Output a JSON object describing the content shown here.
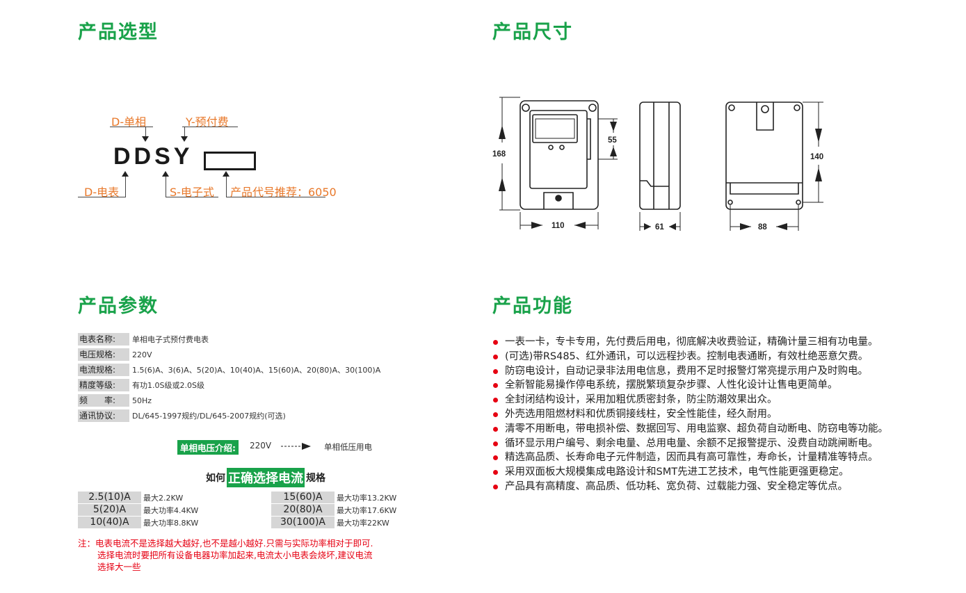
{
  "sections": {
    "selection": "产品选型",
    "size": "产品尺寸",
    "params": "产品参数",
    "functions": "产品功能"
  },
  "selection": {
    "code": "DDSY",
    "label_d_single": "D-单相",
    "label_y_prepay": "Y-预付费",
    "label_d_meter": "D-电表",
    "label_s_electronic": "S-电子式",
    "label_recommend": "产品代号推荐：6050"
  },
  "dimensions": {
    "height_front": "168",
    "window": "55",
    "width_front": "110",
    "depth_side": "61",
    "height_back": "140",
    "width_back": "88"
  },
  "params": [
    {
      "key": "电表名称:",
      "value": "单相电子式预付费电表"
    },
    {
      "key": "电压规格:",
      "value": "220V"
    },
    {
      "key": "电流规格:",
      "value": "1.5(6)A、3(6)A、5(20)A、10(40)A、15(60)A、20(80)A、30(100)A"
    },
    {
      "key": "精度等级:",
      "value": "有功1.0S级或2.0S级"
    },
    {
      "key": "频　　率:",
      "value": "50Hz"
    },
    {
      "key": "通讯协议:",
      "value": "DL/645-1997规约/DL/645-2007规约(可选)"
    }
  ],
  "voltage_intro": {
    "tag": "单相电压介绍:",
    "voltage": "220V",
    "desc": "单相低压用电"
  },
  "choose": {
    "prefix": "如何",
    "highlight": "正确选择电流",
    "suffix": "规格"
  },
  "current_table_left": [
    {
      "current": "2.5(10)A",
      "power": "最大2.2KW"
    },
    {
      "current": "5(20)A",
      "power": "最大功率4.4KW"
    },
    {
      "current": "10(40)A",
      "power": "最大功率8.8KW"
    }
  ],
  "current_table_right": [
    {
      "current": "15(60)A",
      "power": "最大功率13.2KW"
    },
    {
      "current": "20(80)A",
      "power": "最大功率17.6KW"
    },
    {
      "current": "30(100)A",
      "power": "最大功率22KW"
    }
  ],
  "note": {
    "line1": "注：电表电流不是选择越大越好,也不是越小越好.只需与实际功率相对于即可.",
    "line2": "选择电流时要把所有设备电器功率加起来,电流太小电表会烧坏,建议电流",
    "line3": "选择大一些"
  },
  "features": [
    "一表一卡，专卡专用，先付费后用电，彻底解决收费验证，精确计量三相有功电量。",
    "(可选)带RS485、红外通讯，可以远程抄表。控制电表通断，有效杜绝恶意欠费。",
    "防窃电设计，自动记录非法用电信息，费用不足时报警灯常亮提示用户及时购电。",
    "全新智能易操作停电系统，摆脱繁琐复杂步骤、人性化设计让售电更简单。",
    "全封闭结构设计，采用加粗优质密封条，防尘防潮效果出众。",
    "外壳选用阻燃材料和优质铜接线柱，安全性能佳，经久耐用。",
    "清零不用断电，带电损补偿、数据回写、用电监察、超负荷自动断电、防窃电等功能。",
    "循环显示用户编号、剩余电量、总用电量、余额不足报警提示、没费自动跳闸断电。",
    "精选高品质、长寿命电子元件制造，因而具有高可靠性，寿命长，计量精准等特点。",
    "采用双面板大规模集成电路设计和SMT先进工艺技术，电气性能更强更稳定。",
    "产品具有高精度、高品质、低功耗、宽负荷、过载能力强、安全稳定等优点。"
  ],
  "colors": {
    "title_green": "#19a24a",
    "label_orange": "#e8782a",
    "bullet_red": "#e60012"
  }
}
